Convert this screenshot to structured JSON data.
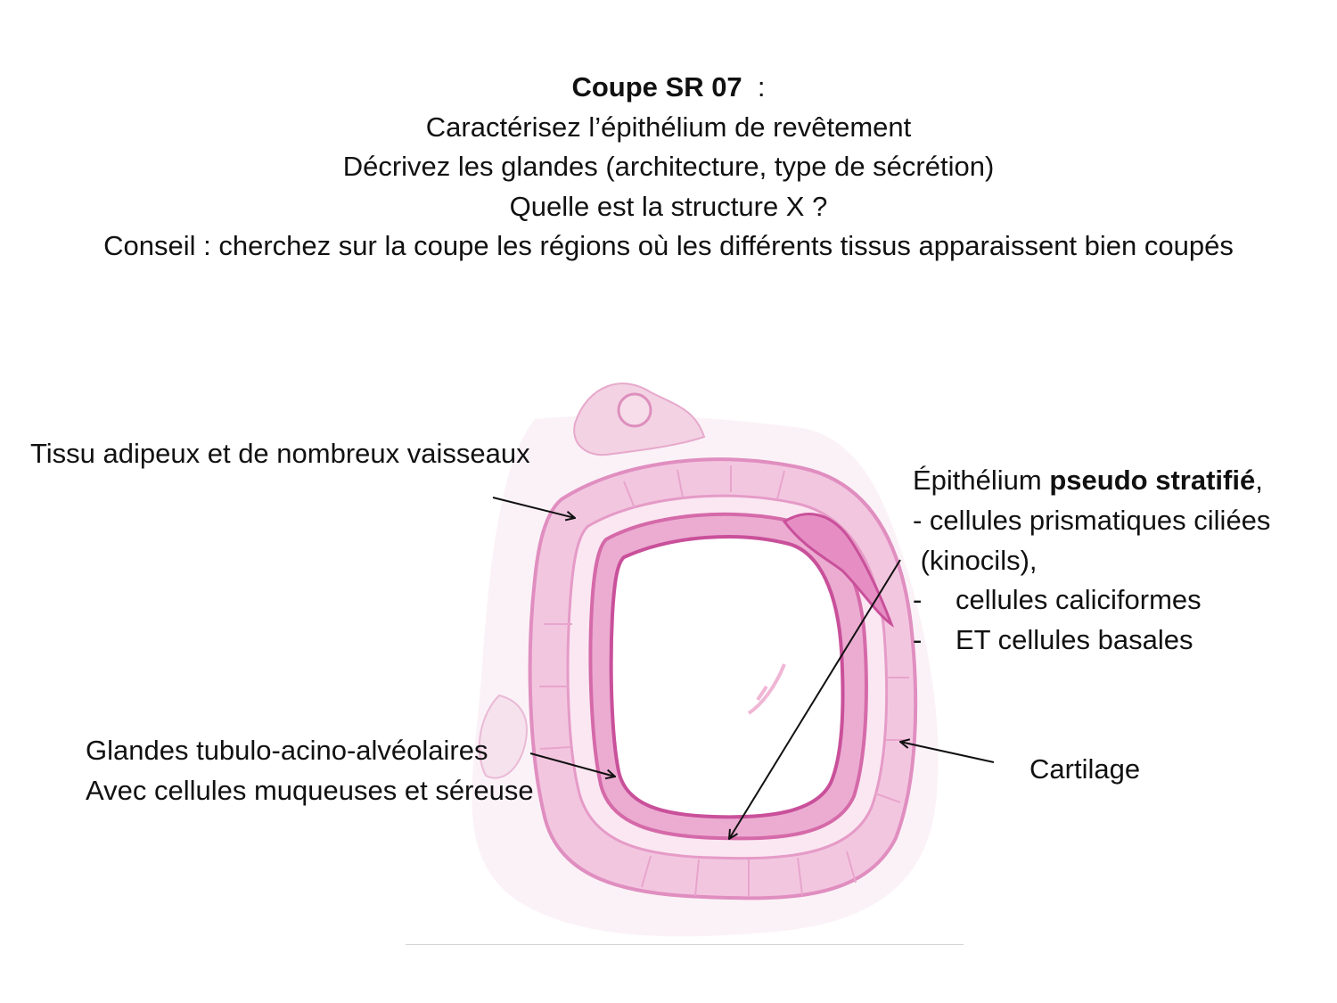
{
  "header": {
    "title_bold": "Coupe SR 07",
    "title_suffix": "  :",
    "line2": "Caractérisez l’épithélium de revêtement",
    "line3": "Décrivez les glandes (architecture, type de sécrétion)",
    "line4": "Quelle est la structure X ?",
    "line5": "Conseil : cherchez sur la coupe les régions où les différents tissus apparaissent bien coupés"
  },
  "labels": {
    "adipose": "Tissu adipeux et de nombreux vaisseaux",
    "epithelium": {
      "prefix": "Épithélium ",
      "bold": "pseudo stratifié",
      "suffix": ",",
      "item1": "- cellules prismatiques ciliées",
      "item1b": " (kinocils),",
      "item2_dash": "-",
      "item2": "cellules caliciformes",
      "item3_dash": "-",
      "item3": "ET cellules basales"
    },
    "glands": {
      "line1": "Glandes tubulo-acino-alvéolaires",
      "line2": "Avec cellules muqueuses et séreuse"
    },
    "cartilage": "Cartilage"
  },
  "colors": {
    "stain_pink": "#e68ec4",
    "stain_light": "#f6d6ea",
    "stain_dark": "#c9509a",
    "arrow": "#111111"
  }
}
